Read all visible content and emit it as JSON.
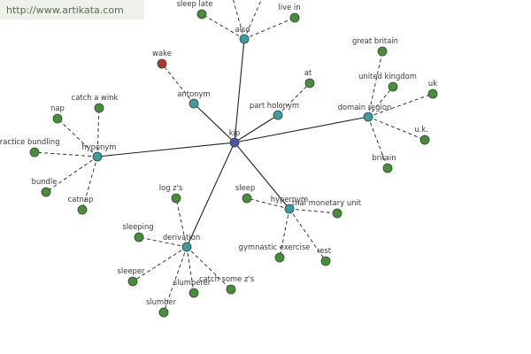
{
  "watermark": {
    "url": "http://www.artikata.com"
  },
  "colors": {
    "center": "#4a55a8",
    "relation": "#3f9aa3",
    "leaf": "#4b8c3c",
    "special": "#b03535",
    "edge": "#222222"
  },
  "graph": {
    "center": {
      "label": "kip"
    },
    "relations": [
      {
        "key": "also",
        "label": "also"
      },
      {
        "key": "antonym",
        "label": "antonym"
      },
      {
        "key": "part_holonym",
        "label": "part holonym"
      },
      {
        "key": "domain_region",
        "label": "domain region"
      },
      {
        "key": "hyponym",
        "label": "hyponym"
      },
      {
        "key": "hypernym",
        "label": "hypernym"
      },
      {
        "key": "derivation",
        "label": "derivation"
      }
    ],
    "leaves": [
      {
        "key": "sleep_late",
        "label": "sleep late",
        "parent": "also"
      },
      {
        "key": "live_in",
        "label": "live in",
        "parent": "also"
      },
      {
        "key": "wake",
        "label": "wake",
        "parent": "antonym",
        "special": true
      },
      {
        "key": "at",
        "label": "at",
        "parent": "part_holonym"
      },
      {
        "key": "great_britain",
        "label": "great britain",
        "parent": "domain_region"
      },
      {
        "key": "united_kingdom",
        "label": "united kingdom",
        "parent": "domain_region"
      },
      {
        "key": "uk",
        "label": "uk",
        "parent": "domain_region"
      },
      {
        "key": "u_k",
        "label": "u.k.",
        "parent": "domain_region"
      },
      {
        "key": "britain",
        "label": "britain",
        "parent": "domain_region"
      },
      {
        "key": "catch_a_wink",
        "label": "catch a wink",
        "parent": "hyponym"
      },
      {
        "key": "nap",
        "label": "nap",
        "parent": "hyponym"
      },
      {
        "key": "practice_bundling",
        "label": "practice bundling",
        "parent": "hyponym"
      },
      {
        "key": "bundle",
        "label": "bundle",
        "parent": "hyponym"
      },
      {
        "key": "catnap",
        "label": "catnap",
        "parent": "hyponym"
      },
      {
        "key": "sleep",
        "label": "sleep",
        "parent": "hypernym"
      },
      {
        "key": "thai_monetary_unit",
        "label": "thai monetary unit",
        "parent": "hypernym"
      },
      {
        "key": "gymnastic_exercise",
        "label": "gymnastic exercise",
        "parent": "hypernym"
      },
      {
        "key": "rest",
        "label": "rest",
        "parent": "hypernym"
      },
      {
        "key": "log_zs",
        "label": "log z's",
        "parent": "derivation"
      },
      {
        "key": "sleeping",
        "label": "sleeping",
        "parent": "derivation"
      },
      {
        "key": "sleeper",
        "label": "sleeper",
        "parent": "derivation"
      },
      {
        "key": "slumberer",
        "label": "slumberer",
        "parent": "derivation"
      },
      {
        "key": "catch_some_zs",
        "label": "catch some z's",
        "parent": "derivation"
      },
      {
        "key": "slumber",
        "label": "slumber",
        "parent": "derivation"
      }
    ]
  }
}
